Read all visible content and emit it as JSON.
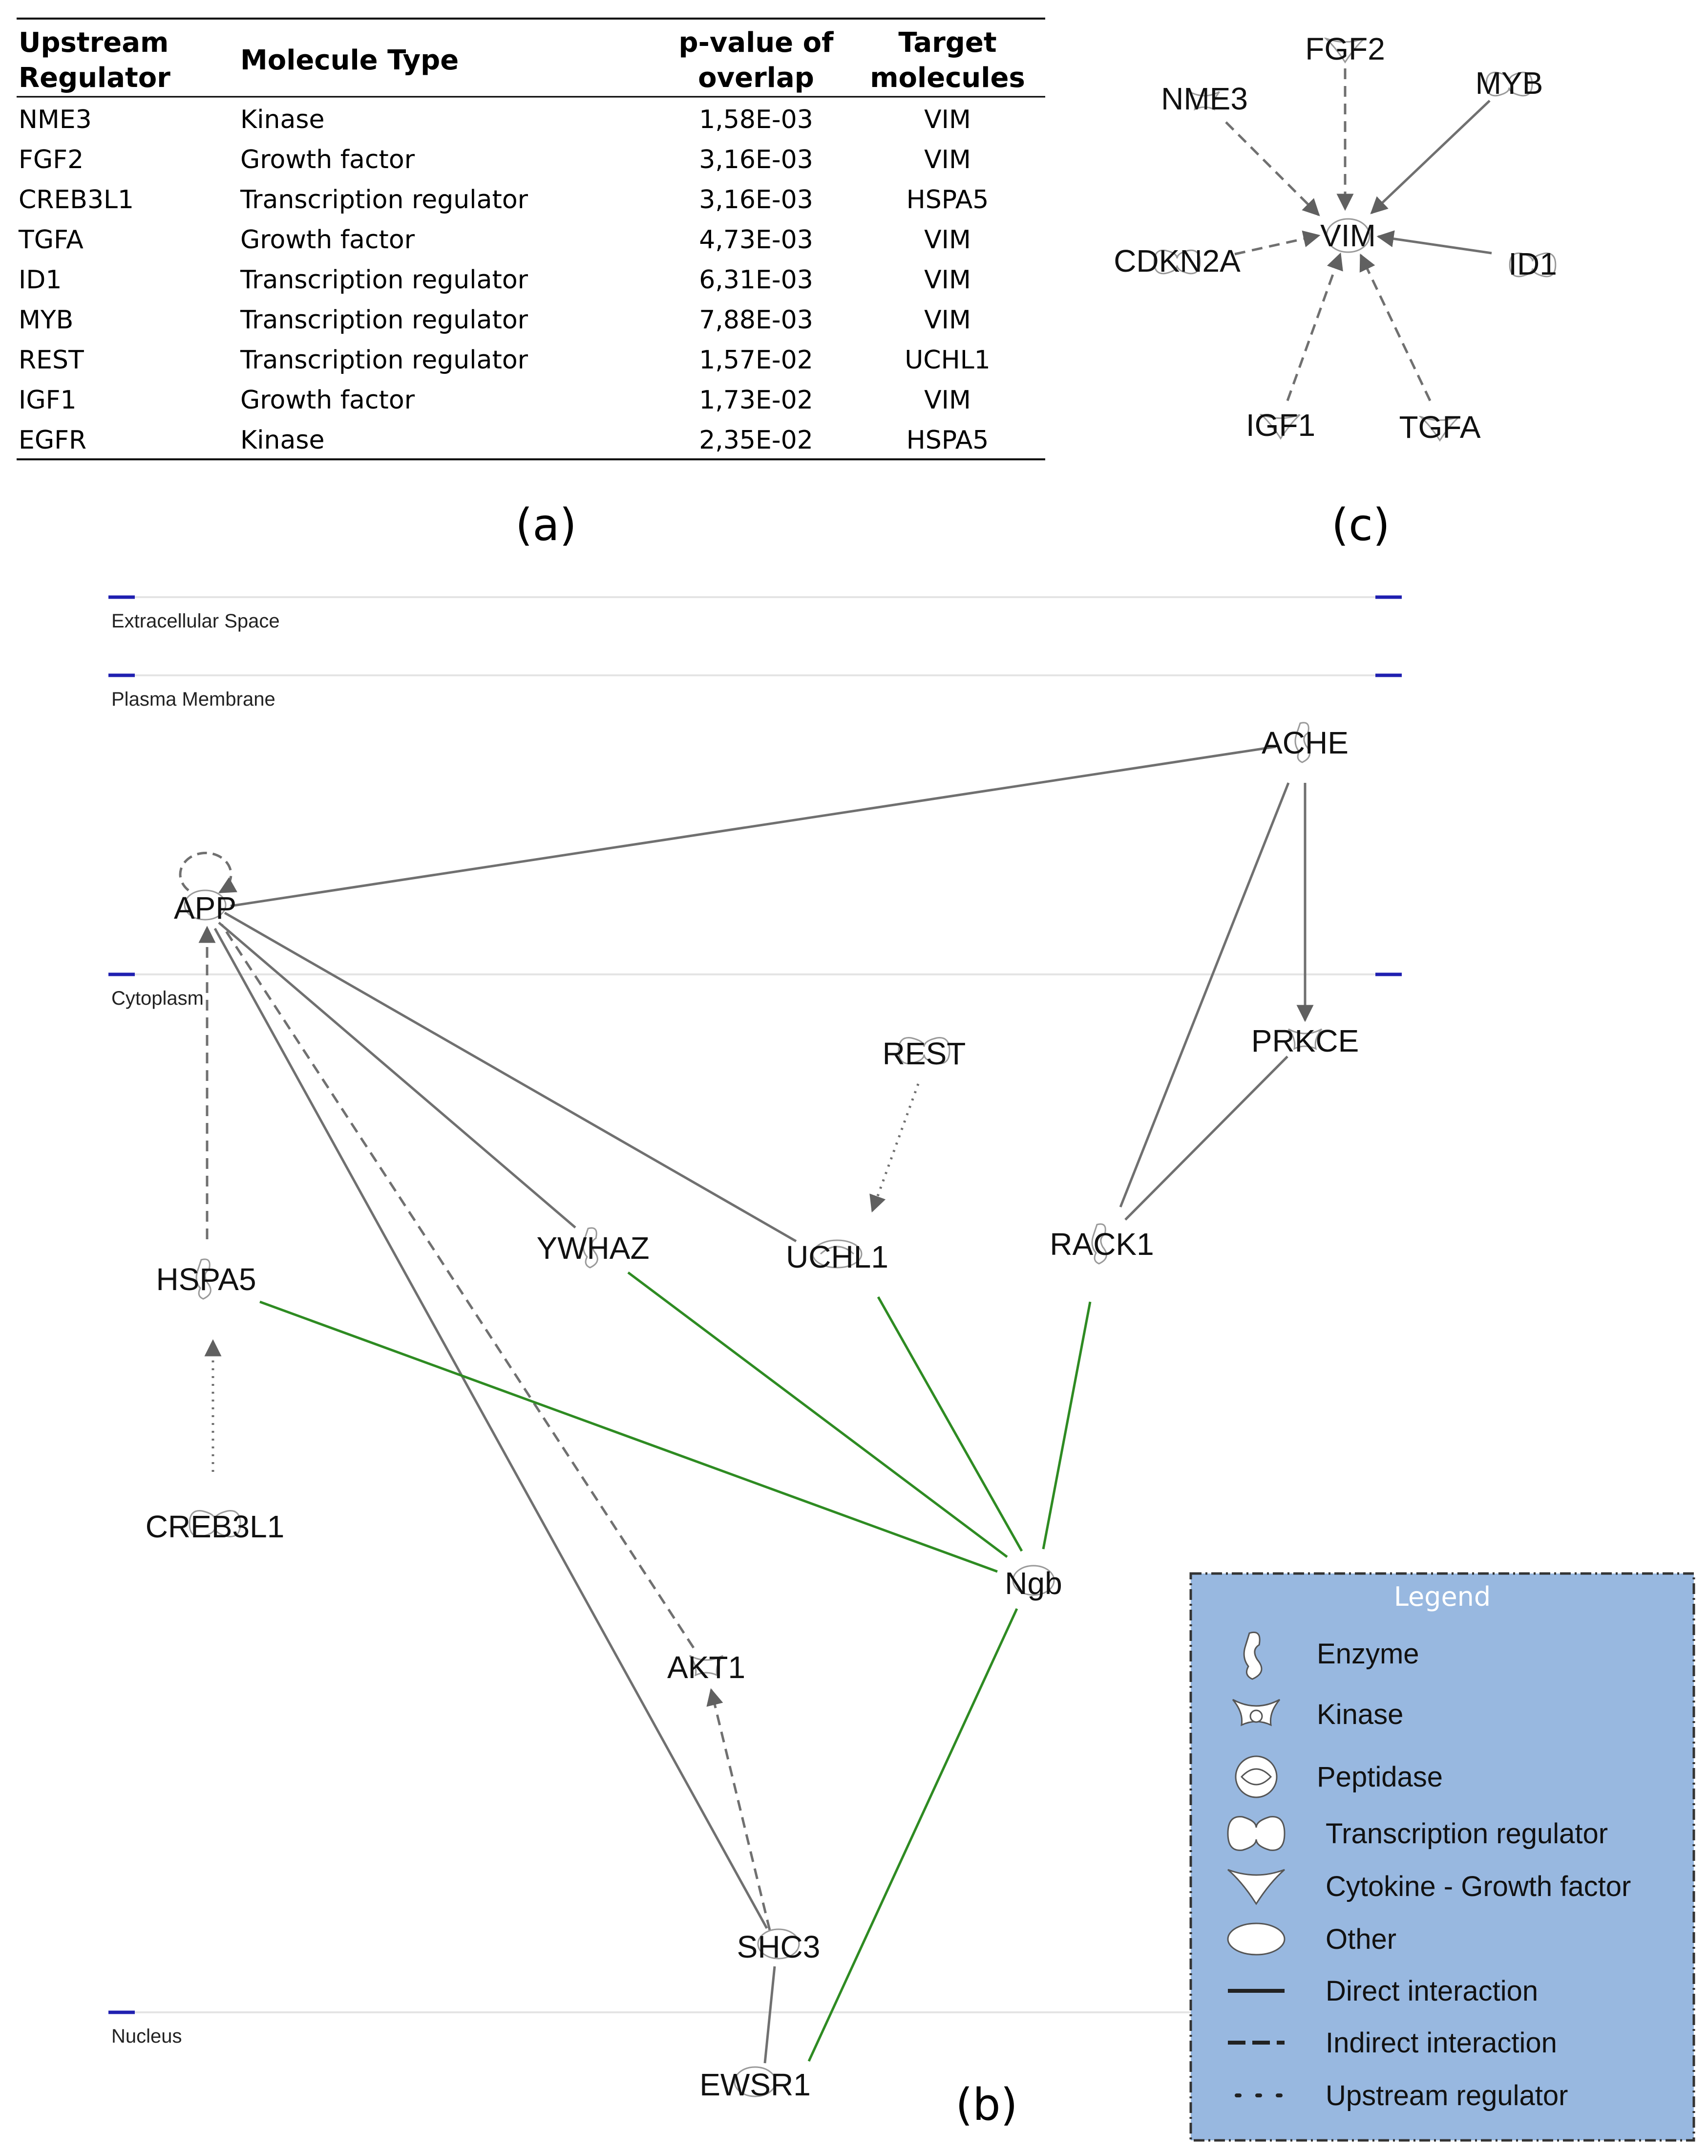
{
  "table": {
    "headers": [
      [
        "Upstream",
        "Regulator"
      ],
      [
        "Molecule Type"
      ],
      [
        "p-value of",
        "overlap"
      ],
      [
        "Target",
        "molecules"
      ]
    ],
    "rows": [
      [
        "NME3",
        "Kinase",
        "1,58E-03",
        "VIM"
      ],
      [
        "FGF2",
        "Growth factor",
        "3,16E-03",
        "VIM"
      ],
      [
        "CREB3L1",
        "Transcription regulator",
        "3,16E-03",
        "HSPA5"
      ],
      [
        "TGFA",
        "Growth factor",
        "4,73E-03",
        "VIM"
      ],
      [
        "ID1",
        "Transcription regulator",
        "6,31E-03",
        "VIM"
      ],
      [
        "MYB",
        "Transcription regulator",
        "7,88E-03",
        "VIM"
      ],
      [
        "REST",
        "Transcription regulator",
        "1,57E-02",
        "UCHL1"
      ],
      [
        "IGF1",
        "Growth factor",
        "1,73E-02",
        "VIM"
      ],
      [
        "EGFR",
        "Kinase",
        "2,35E-02",
        "HSPA5"
      ]
    ]
  },
  "panel_labels": {
    "a": "(a)",
    "b": "(b)",
    "c": "(c)"
  },
  "network_c": {
    "center": "VIM",
    "nodes": [
      {
        "id": "FGF2",
        "label": "FGF2",
        "type": "growth-factor"
      },
      {
        "id": "NME3",
        "label": "NME3",
        "type": "kinase"
      },
      {
        "id": "MYB",
        "label": "MYB",
        "type": "transcription-regulator"
      },
      {
        "id": "CDKN2A",
        "label": "CDKN2A",
        "type": "transcription-regulator"
      },
      {
        "id": "ID1",
        "label": "ID1",
        "type": "transcription-regulator"
      },
      {
        "id": "IGF1",
        "label": "IGF1",
        "type": "growth-factor"
      },
      {
        "id": "TGFA",
        "label": "TGFA",
        "type": "growth-factor"
      }
    ],
    "edges": [
      {
        "from": "FGF2",
        "to": "VIM",
        "style": "indirect"
      },
      {
        "from": "NME3",
        "to": "VIM",
        "style": "indirect"
      },
      {
        "from": "MYB",
        "to": "VIM",
        "style": "direct"
      },
      {
        "from": "CDKN2A",
        "to": "VIM",
        "style": "indirect"
      },
      {
        "from": "ID1",
        "to": "VIM",
        "style": "direct"
      },
      {
        "from": "IGF1",
        "to": "VIM",
        "style": "indirect"
      },
      {
        "from": "TGFA",
        "to": "VIM",
        "style": "indirect"
      }
    ]
  },
  "network_b": {
    "compartments": [
      "Extracellular Space",
      "Plasma Membrane",
      "Cytoplasm",
      "Nucleus"
    ],
    "nodes": [
      {
        "id": "ACHE",
        "label": "ACHE",
        "type": "enzyme"
      },
      {
        "id": "APP",
        "label": "APP",
        "type": "other"
      },
      {
        "id": "PRKCE",
        "label": "PRKCE",
        "type": "kinase"
      },
      {
        "id": "REST",
        "label": "REST",
        "type": "transcription-regulator"
      },
      {
        "id": "YWHAZ",
        "label": "YWHAZ",
        "type": "enzyme"
      },
      {
        "id": "UCHL1",
        "label": "UCHL1",
        "type": "peptidase"
      },
      {
        "id": "RACK1",
        "label": "RACK1",
        "type": "enzyme"
      },
      {
        "id": "HSPA5",
        "label": "HSPA5",
        "type": "enzyme"
      },
      {
        "id": "CREB3L1",
        "label": "CREB3L1",
        "type": "transcription-regulator"
      },
      {
        "id": "Ngb",
        "label": "Ngb",
        "type": "other"
      },
      {
        "id": "AKT1",
        "label": "AKT1",
        "type": "kinase"
      },
      {
        "id": "SHC3",
        "label": "SHC3",
        "type": "other"
      },
      {
        "id": "EWSR1",
        "label": "EWSR1",
        "type": "other"
      }
    ],
    "edges": [
      {
        "from": "ACHE",
        "to": "APP",
        "style": "direct",
        "color": "#707070"
      },
      {
        "from": "ACHE",
        "to": "PRKCE",
        "style": "direct",
        "color": "#707070",
        "arrow": true
      },
      {
        "from": "ACHE",
        "to": "RACK1",
        "style": "direct",
        "color": "#707070"
      },
      {
        "from": "PRKCE",
        "to": "RACK1",
        "style": "direct",
        "color": "#707070"
      },
      {
        "from": "APP",
        "to": "APP",
        "style": "indirect",
        "color": "#707070"
      },
      {
        "from": "HSPA5",
        "to": "APP",
        "style": "indirect",
        "color": "#707070",
        "arrow": true
      },
      {
        "from": "YWHAZ",
        "to": "APP",
        "style": "direct",
        "color": "#707070"
      },
      {
        "from": "UCHL1",
        "to": "APP",
        "style": "direct",
        "color": "#707070"
      },
      {
        "from": "AKT1",
        "to": "APP",
        "style": "indirect",
        "color": "#707070"
      },
      {
        "from": "SHC3",
        "to": "APP",
        "style": "direct",
        "color": "#707070"
      },
      {
        "from": "SHC3",
        "to": "AKT1",
        "style": "indirect",
        "color": "#707070",
        "arrow": true
      },
      {
        "from": "SHC3",
        "to": "EWSR1",
        "style": "direct",
        "color": "#707070"
      },
      {
        "from": "REST",
        "to": "UCHL1",
        "style": "upstream",
        "color": "#707070",
        "arrow": true
      },
      {
        "from": "CREB3L1",
        "to": "HSPA5",
        "style": "upstream",
        "color": "#707070",
        "arrow": true
      },
      {
        "from": "HSPA5",
        "to": "Ngb",
        "style": "direct",
        "color": "#2e8b22"
      },
      {
        "from": "YWHAZ",
        "to": "Ngb",
        "style": "direct",
        "color": "#2e8b22"
      },
      {
        "from": "UCHL1",
        "to": "Ngb",
        "style": "direct",
        "color": "#2e8b22"
      },
      {
        "from": "RACK1",
        "to": "Ngb",
        "style": "direct",
        "color": "#2e8b22"
      },
      {
        "from": "EWSR1",
        "to": "Ngb",
        "style": "direct",
        "color": "#2e8b22"
      }
    ]
  },
  "legend": {
    "title": "Legend",
    "bg_color": "#98b8e0",
    "items": [
      {
        "icon": "enzyme-icon",
        "label": "Enzyme"
      },
      {
        "icon": "kinase-icon",
        "label": "Kinase"
      },
      {
        "icon": "peptidase-icon",
        "label": "Peptidase"
      },
      {
        "icon": "transcription-regulator-icon",
        "label": "Transcription regulator"
      },
      {
        "icon": "cytokine-growth-factor-icon",
        "label": "Cytokine - Growth factor"
      },
      {
        "icon": "other-icon",
        "label": "Other"
      },
      {
        "icon": "direct-interaction-icon",
        "label": "Direct interaction"
      },
      {
        "icon": "indirect-interaction-icon",
        "label": "Indirect interaction"
      },
      {
        "icon": "upstream-regulator-icon",
        "label": "Upstream regulator"
      }
    ]
  }
}
